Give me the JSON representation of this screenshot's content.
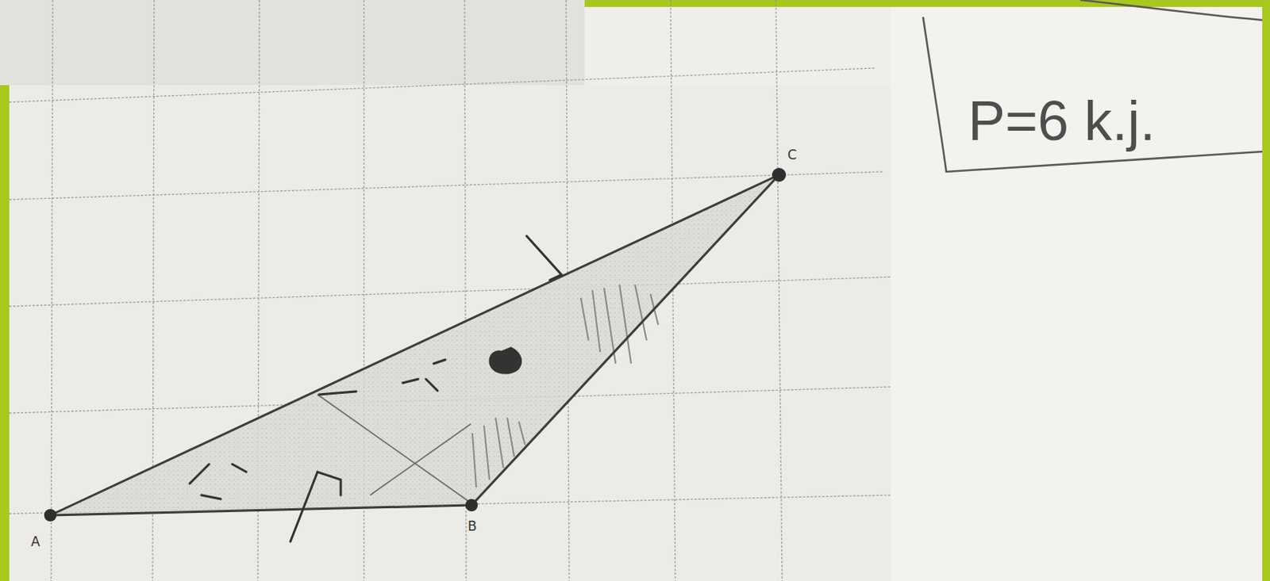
{
  "diagram": {
    "nodes": [
      {
        "text": [
          "P=6 k.j."
        ]
      }
    ],
    "labels": [
      "A",
      "B",
      "C"
    ]
  }
}
